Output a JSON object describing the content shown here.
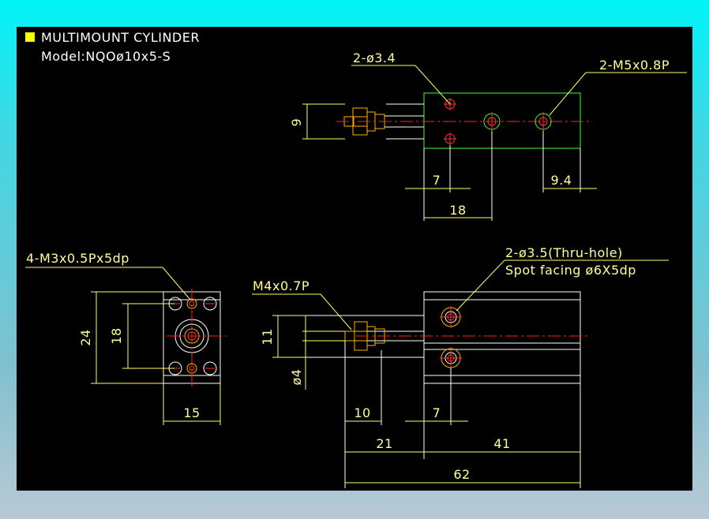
{
  "title": {
    "name": "MULTIMOUNT CYLINDER",
    "model": "Model:NQOø10x5-S",
    "marker_color": "#ffff00"
  },
  "top_view": {
    "hole_callout": "2-ø3.4",
    "port_callout": "2-M5x0.8P",
    "dim_height": "9",
    "dim_hole_offset": "7",
    "dim_port_spacing": "18",
    "dim_port_edge": "9.4"
  },
  "end_view": {
    "tap_callout": "4-M3x0.5Px5dp",
    "dim_height": "24",
    "dim_hole_pitch": "18",
    "dim_width": "15"
  },
  "front_view": {
    "thread_callout": "M4x0.7P",
    "hole_callout_line1": "2-ø3.5(Thru-hole)",
    "hole_callout_line2": "Spot facing ø6X5dp",
    "dim_rod_span": "11",
    "dim_rod_dia": "ø4",
    "dim_thread_len": "10",
    "dim_hole_offset": "7",
    "dim_rod_len": "21",
    "dim_body_len": "41",
    "dim_total_len": "62"
  },
  "colors": {
    "background": "#000000",
    "frame_gradient_top": "#00f4f8",
    "frame_gradient_bottom": "#b8c8d4",
    "dimension_text": "#ffff99",
    "outline": "#ffffff",
    "center_line": "#ff2020"
  }
}
